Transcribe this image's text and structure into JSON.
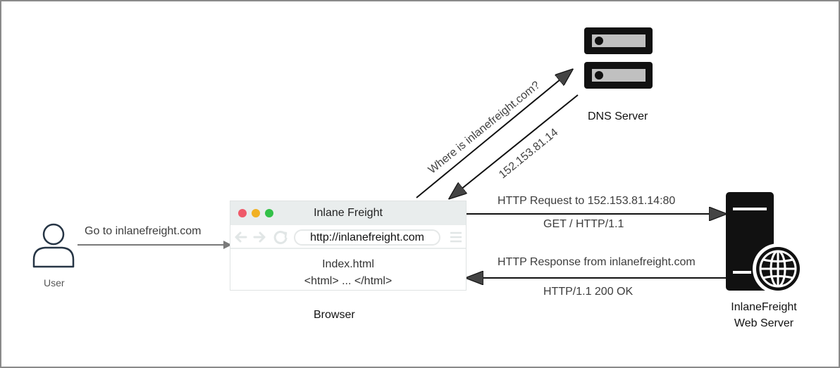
{
  "user": {
    "label": "User",
    "action": "Go to inlanefreight.com"
  },
  "browser": {
    "caption": "Browser",
    "window_title": "Inlane Freight",
    "url": "http://inlanefreight.com",
    "content_file": "Index.html",
    "content_markup": "<html> ... </html>",
    "window_buttons": [
      "#ef5a6a",
      "#f1b124",
      "#33c148"
    ]
  },
  "dns": {
    "label": "DNS Server",
    "query": "Where is inlanefreight.com?",
    "answer": "152.153.81.14"
  },
  "web_server": {
    "label_line1": "InlaneFreight",
    "label_line2": "Web Server"
  },
  "request": {
    "line1": "HTTP Request to 152.153.81.14:80",
    "line2": "GET / HTTP/1.1"
  },
  "response": {
    "line1": "HTTP Response from inlanefreight.com",
    "line2": "HTTP/1.1 200 OK"
  },
  "colors": {
    "arrow": "#7a7a7a",
    "dark": "#111111",
    "frame": "#8a8a8a",
    "icon_stroke": "#263545"
  }
}
